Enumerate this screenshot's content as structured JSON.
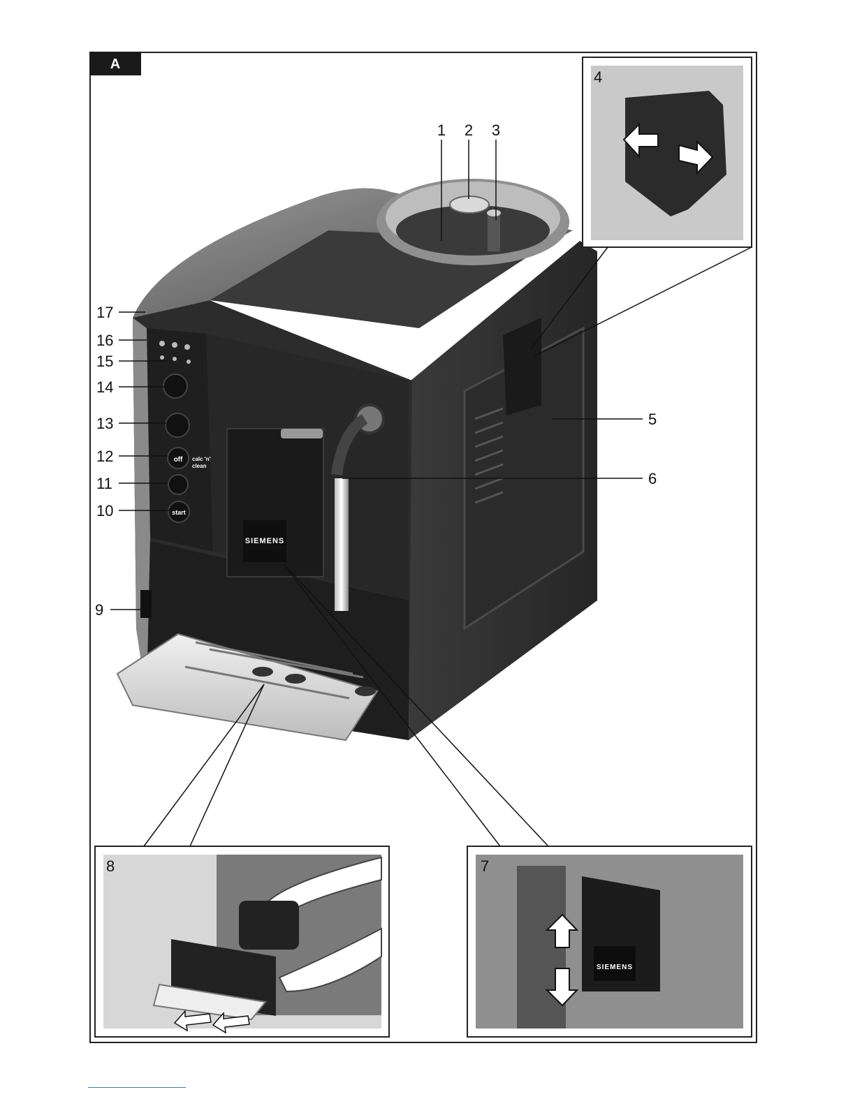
{
  "figure": {
    "tab_label": "A",
    "brand": "SIEMENS",
    "controls": {
      "off_label": "off",
      "calc_line1": "calc 'n'",
      "calc_line2": "clean",
      "start_label": "start"
    },
    "callouts": [
      {
        "id": "1",
        "label": "1"
      },
      {
        "id": "2",
        "label": "2"
      },
      {
        "id": "3",
        "label": "3"
      },
      {
        "id": "4",
        "label": "4"
      },
      {
        "id": "5",
        "label": "5"
      },
      {
        "id": "6",
        "label": "6"
      },
      {
        "id": "7",
        "label": "7"
      },
      {
        "id": "8",
        "label": "8"
      },
      {
        "id": "9",
        "label": "9"
      },
      {
        "id": "10",
        "label": "10"
      },
      {
        "id": "11",
        "label": "11"
      },
      {
        "id": "12",
        "label": "12"
      },
      {
        "id": "13",
        "label": "13"
      },
      {
        "id": "14",
        "label": "14"
      },
      {
        "id": "15",
        "label": "15"
      },
      {
        "id": "16",
        "label": "16"
      },
      {
        "id": "17",
        "label": "17"
      }
    ]
  },
  "colors": {
    "body": "#2e2e2e",
    "body_dark": "#1f1f1f",
    "panel_grey": "#bdbdbd",
    "frame": "#222222"
  }
}
